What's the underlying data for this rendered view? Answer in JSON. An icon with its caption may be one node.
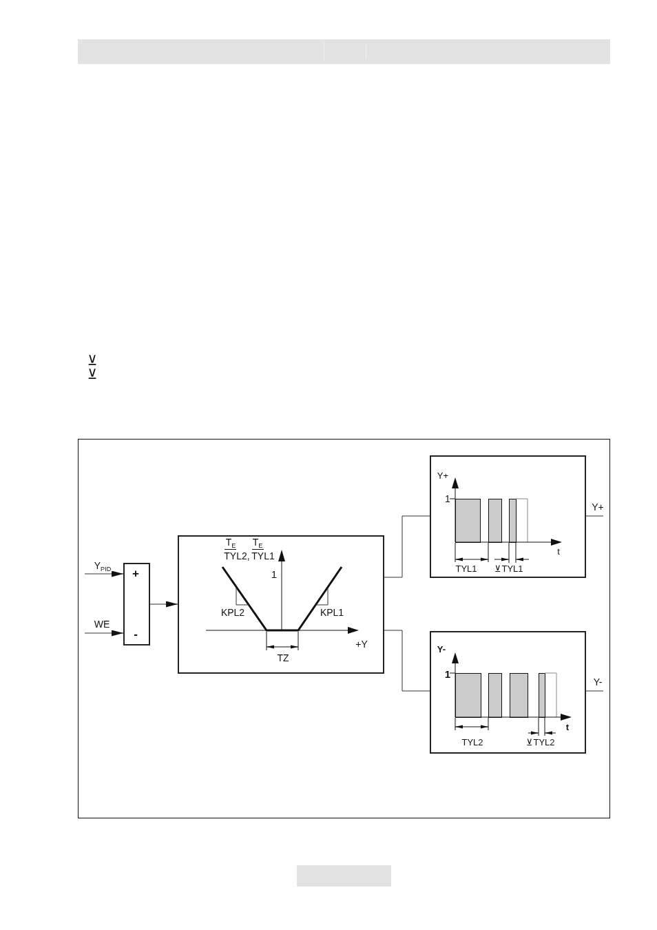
{
  "diagram": {
    "nodes": [
      {
        "text": [
          "+",
          "-"
        ]
      },
      {
        "text": [
          "T$_{E}$",
          "TYL2,",
          "T$_{E}$",
          "TYL1",
          "1",
          "KPL2",
          "KPL1",
          "TZ",
          "+Y"
        ]
      },
      {
        "text": [
          "Y+",
          "1",
          "t",
          "TYL1",
          "⊻TYL1"
        ]
      },
      {
        "text": [
          "Y-",
          "1",
          "t",
          "TYL2",
          "⊻TYL2"
        ]
      }
    ],
    "edges": [
      {
        "from": null,
        "to": 0,
        "arrow": "to",
        "label": "Y$_{PID}$"
      },
      {
        "from": null,
        "to": 0,
        "arrow": "to",
        "label": "WE"
      },
      {
        "from": 0,
        "to": 1,
        "arrow": "to"
      },
      {
        "from": 1,
        "to": 2,
        "arrow": "none"
      },
      {
        "from": 1,
        "to": 3,
        "arrow": "none"
      },
      {
        "from": 2,
        "to": null,
        "arrow": "none",
        "label": "Y+"
      },
      {
        "from": 3,
        "to": null,
        "arrow": "none",
        "label": "Y-"
      }
    ],
    "labels": [
      "⊻",
      "⊻"
    ]
  }
}
